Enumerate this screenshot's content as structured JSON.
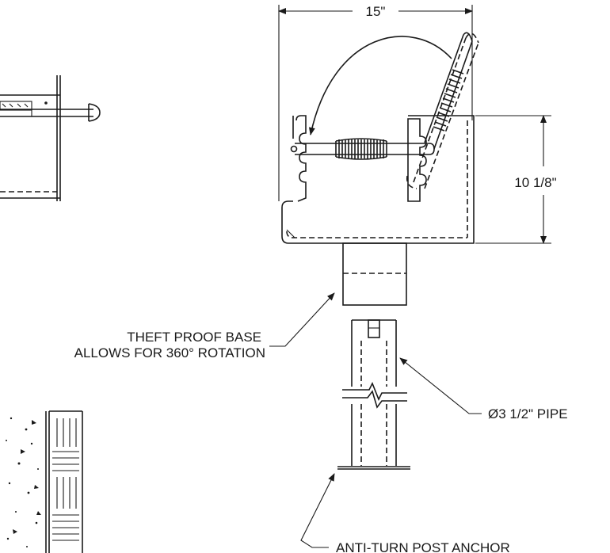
{
  "dimensions": {
    "width_label": "15\"",
    "height_label": "10 1/8\""
  },
  "callouts": {
    "base_line1": "THEFT PROOF BASE",
    "base_line2": "ALLOWS FOR 360° ROTATION",
    "pipe": "Ø3 1/2\" PIPE",
    "anchor": "ANTI-TURN POST ANCHOR"
  }
}
